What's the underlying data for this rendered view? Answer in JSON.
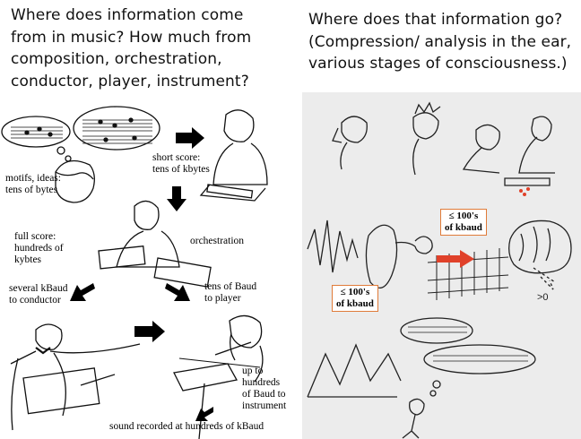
{
  "left": {
    "heading": "Where does information come\nfrom in music? How much from\ncomposition, orchestration,\nconductor, player, instrument?",
    "labels": {
      "motifs": "motifs, ideas:\ntens of bytes",
      "short_score": "short score:\ntens of kbytes",
      "full_score": "full score:\nhundreds of\nkybtes",
      "orchestration": "orchestration",
      "to_conductor": "several kBaud\nto conductor",
      "to_player": "tens of Baud\nto player",
      "to_instrument": "up to\nhundreds\nof Baud to\ninstrument",
      "sound": "sound recorded at hundreds of kBaud"
    }
  },
  "right": {
    "heading": "Where does that information go?\n(Compression/ analysis in the ear,\nvarious stages of consciousness.)",
    "box_upper": "≤ 100's\nof kbaud",
    "box_lower": "≤ 100's\nof kbaud",
    "note_symbol": ">0"
  },
  "colors": {
    "accent_arrow": "#e0412a",
    "box_border": "#e07b39",
    "panel_bg": "#ececec"
  }
}
